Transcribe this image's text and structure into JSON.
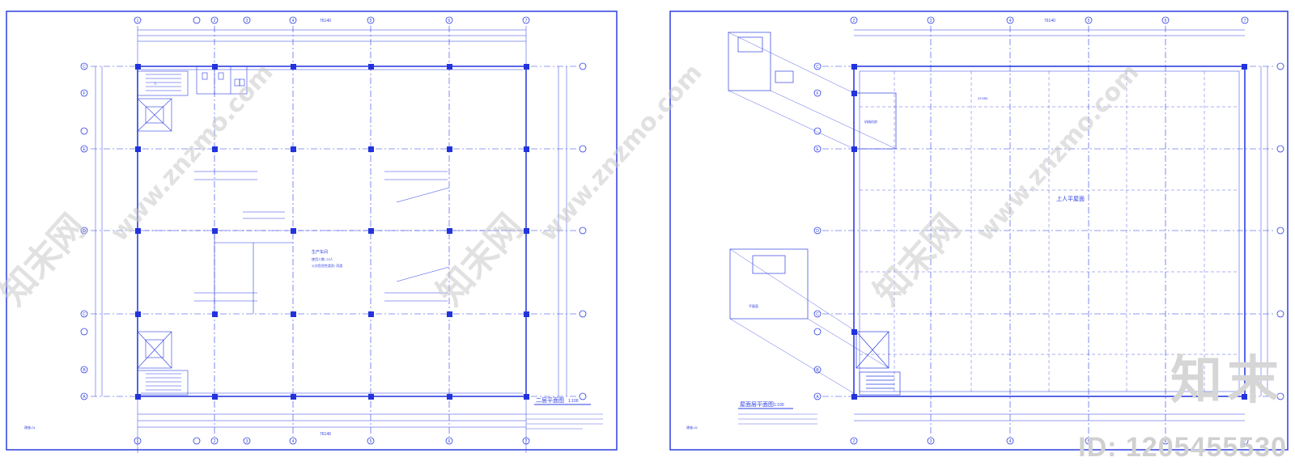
{
  "drawing": {
    "left_title": "二层平面图",
    "left_scale": "1:100",
    "right_title": "屋面层平面图",
    "right_scale": "1:100",
    "left_sheet_label": "建施-01",
    "right_sheet_label": "建施-02",
    "total_dim": "76140",
    "left_room_label": "生产车间",
    "left_room_area": "使用人数: 22人",
    "left_room_note": "火灾危险性类别: 丙类",
    "right_roof_label": "上人平屋面",
    "right_machine_room": "机械机房",
    "right_roof_elev": "23.950",
    "right_stair_label": "平屋面",
    "left_stair_label": "上",
    "column_labels": [
      "1",
      "2",
      "3",
      "4",
      "5",
      "6",
      "7"
    ],
    "row_labels": [
      "C",
      "F",
      "E",
      "D",
      "C",
      "B",
      "A"
    ]
  },
  "watermark": {
    "site": "www.znzmo.com",
    "brand": "知末网",
    "logo_text": "知末",
    "id_text": "ID: 1205455530"
  },
  "colors": {
    "line": "#2e3fe0",
    "column": "#2233dd",
    "bg": "#ffffff",
    "watermark": "#c9c9c9"
  }
}
